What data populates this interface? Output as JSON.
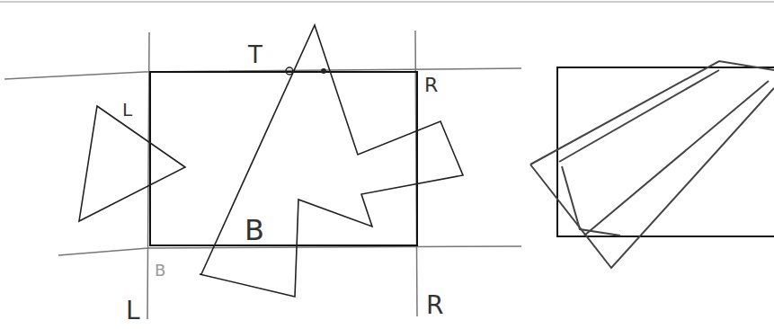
{
  "diagram": {
    "labels": [
      "T",
      "R",
      "L",
      "B",
      "B",
      "L",
      "R"
    ]
  }
}
